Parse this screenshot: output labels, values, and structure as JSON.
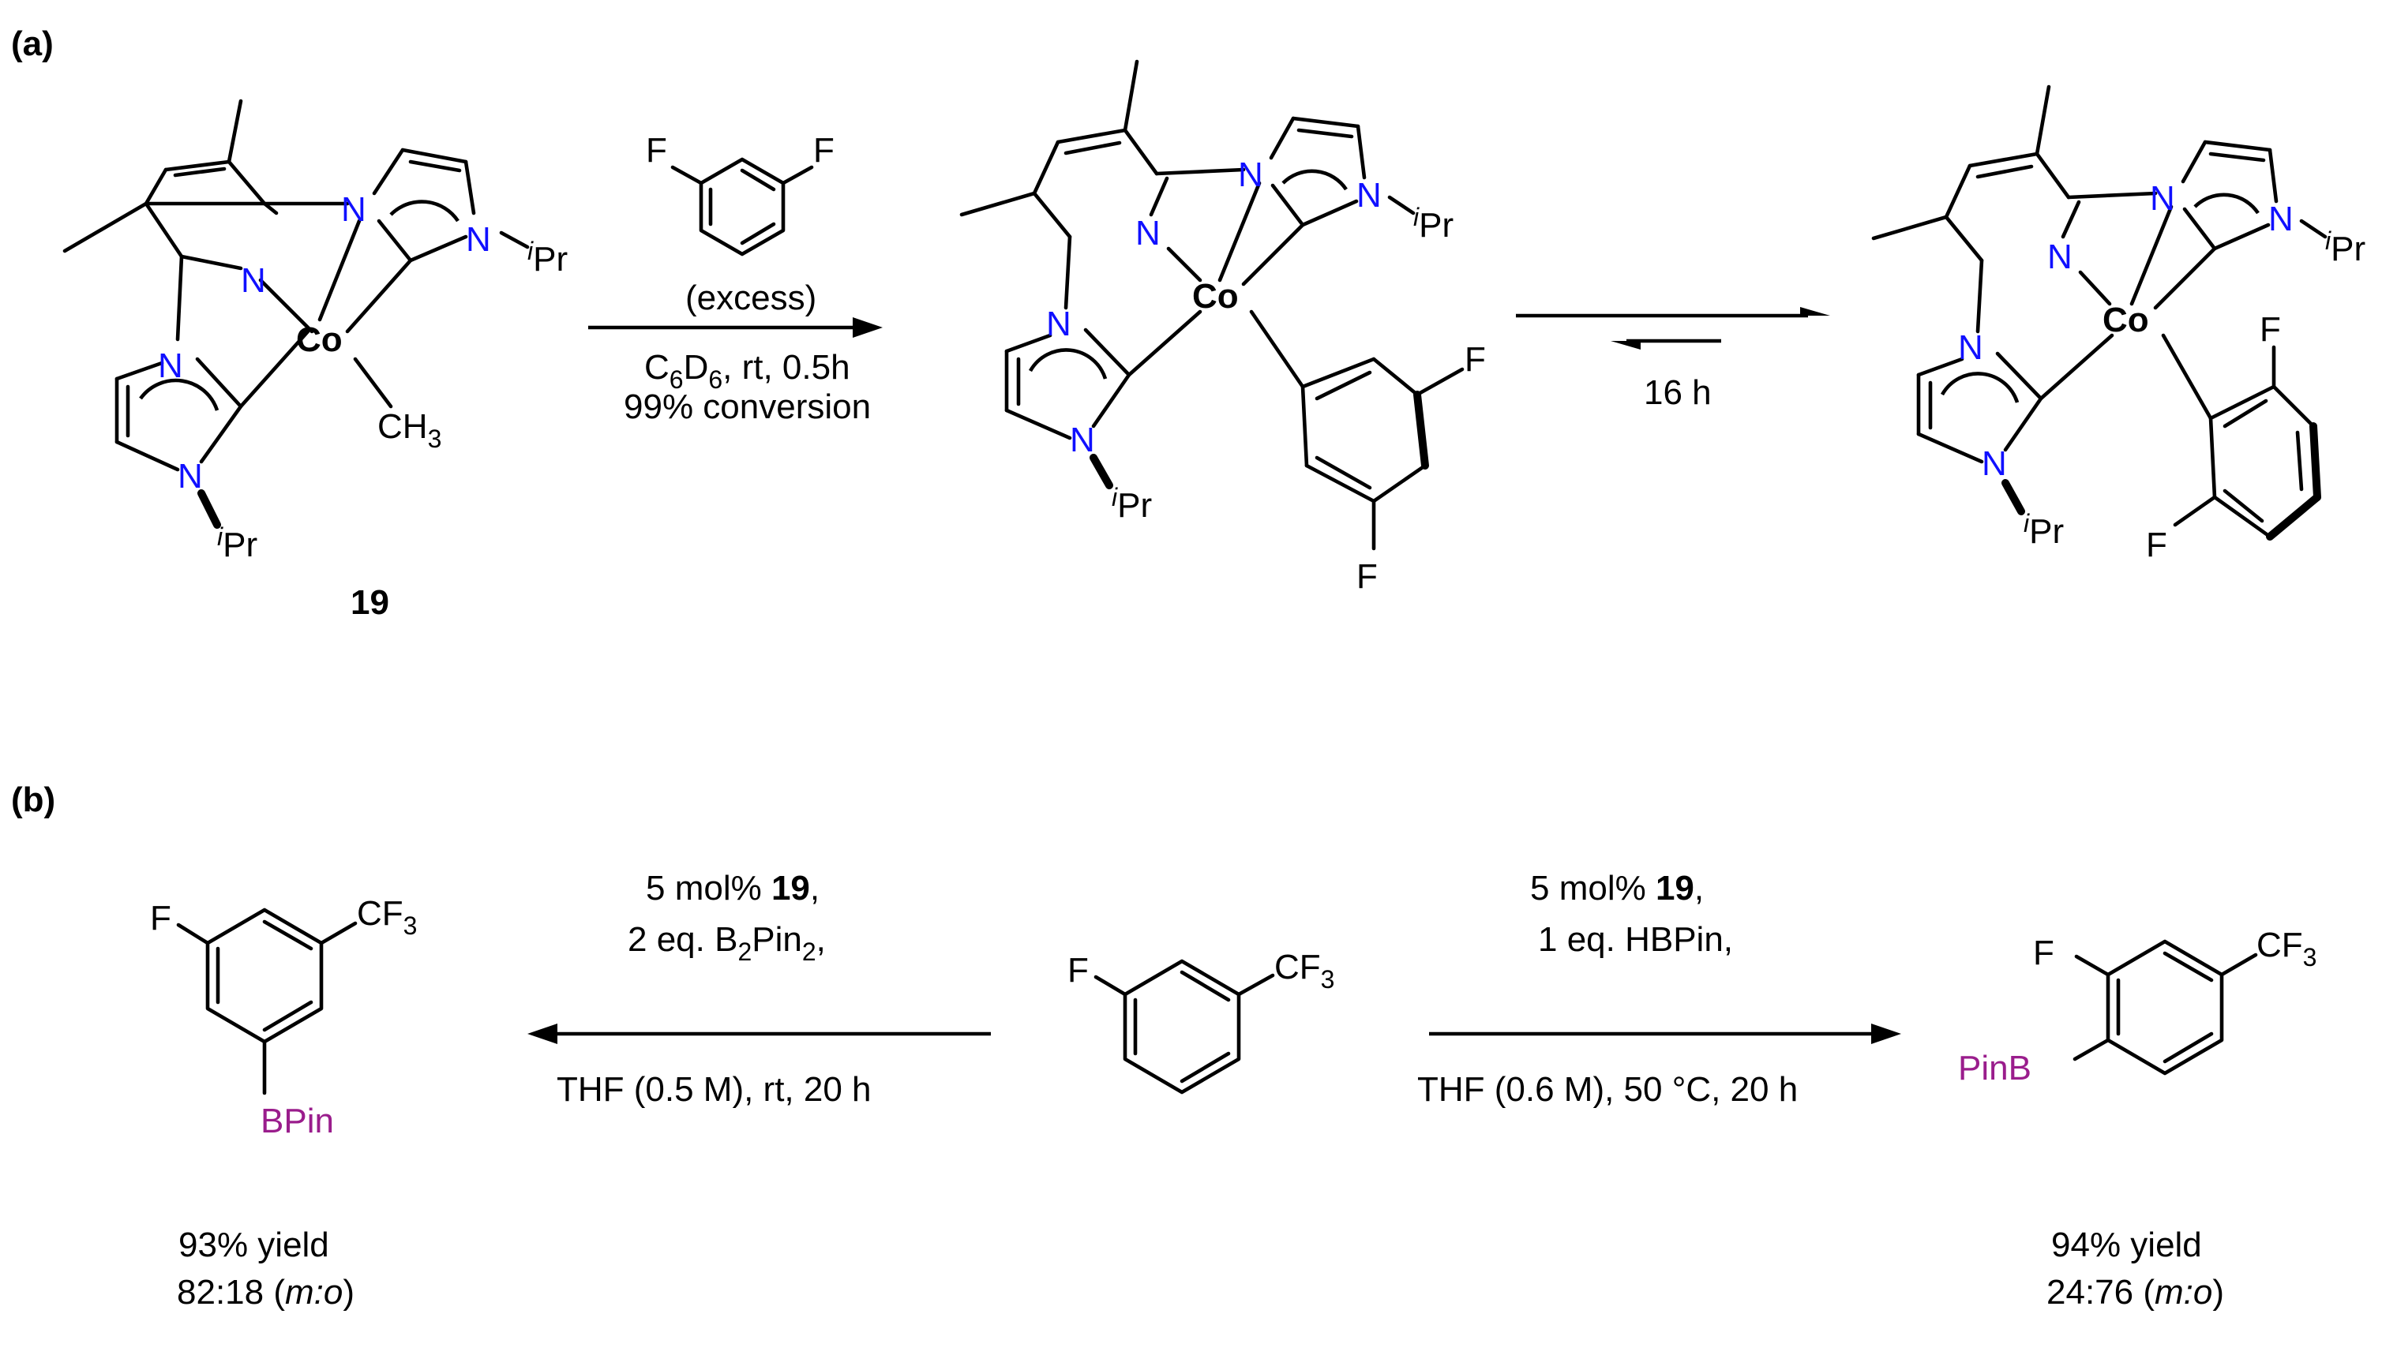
{
  "panels": {
    "a": {
      "label": "(a)"
    },
    "b": {
      "label": "(b)"
    }
  },
  "atoms": {
    "N": "N",
    "Co": "Co",
    "F": "F",
    "iPr_i": "i",
    "iPr_Pr": "Pr",
    "CH": "CH",
    "CH_sub": "3",
    "CF": "CF",
    "CF_sub": "3",
    "BPin": "BPin",
    "PinB": "PinB"
  },
  "compound_19": {
    "label": "19"
  },
  "step1": {
    "reagent_note": "(excess)",
    "cond_C": "C",
    "cond_C_sub": "6",
    "cond_D": "D",
    "cond_D_sub": "6",
    "cond_rest": ", rt, 0.5h",
    "conversion": "99% conversion"
  },
  "step2": {
    "time": "16 h"
  },
  "reaction_left": {
    "line1_pre": "5 mol% ",
    "line1_bold": "19",
    "line1_post": ",",
    "line2_pre": "2 eq. B",
    "line2_sub1": "2",
    "line2_mid": "Pin",
    "line2_sub2": "2",
    "line2_post": ",",
    "line3": "THF (0.5 M), rt, 20 h"
  },
  "reaction_right": {
    "line1_pre": "5 mol% ",
    "line1_bold": "19",
    "line1_post": ",",
    "line2": "1 eq. HBPin,",
    "line3": "THF (0.6 M), 50 °C, 20 h"
  },
  "product_left": {
    "yield": "93% yield",
    "ratio_pre": "82:18 (",
    "ratio_ital": "m:o",
    "ratio_post": ")"
  },
  "product_right": {
    "yield": "94% yield",
    "ratio_pre": "24:76 (",
    "ratio_ital": "m:o",
    "ratio_post": ")"
  },
  "colors": {
    "nitrogen": "#1010ff",
    "boron_group": "#9a1d8c",
    "bonds": "#000000"
  }
}
